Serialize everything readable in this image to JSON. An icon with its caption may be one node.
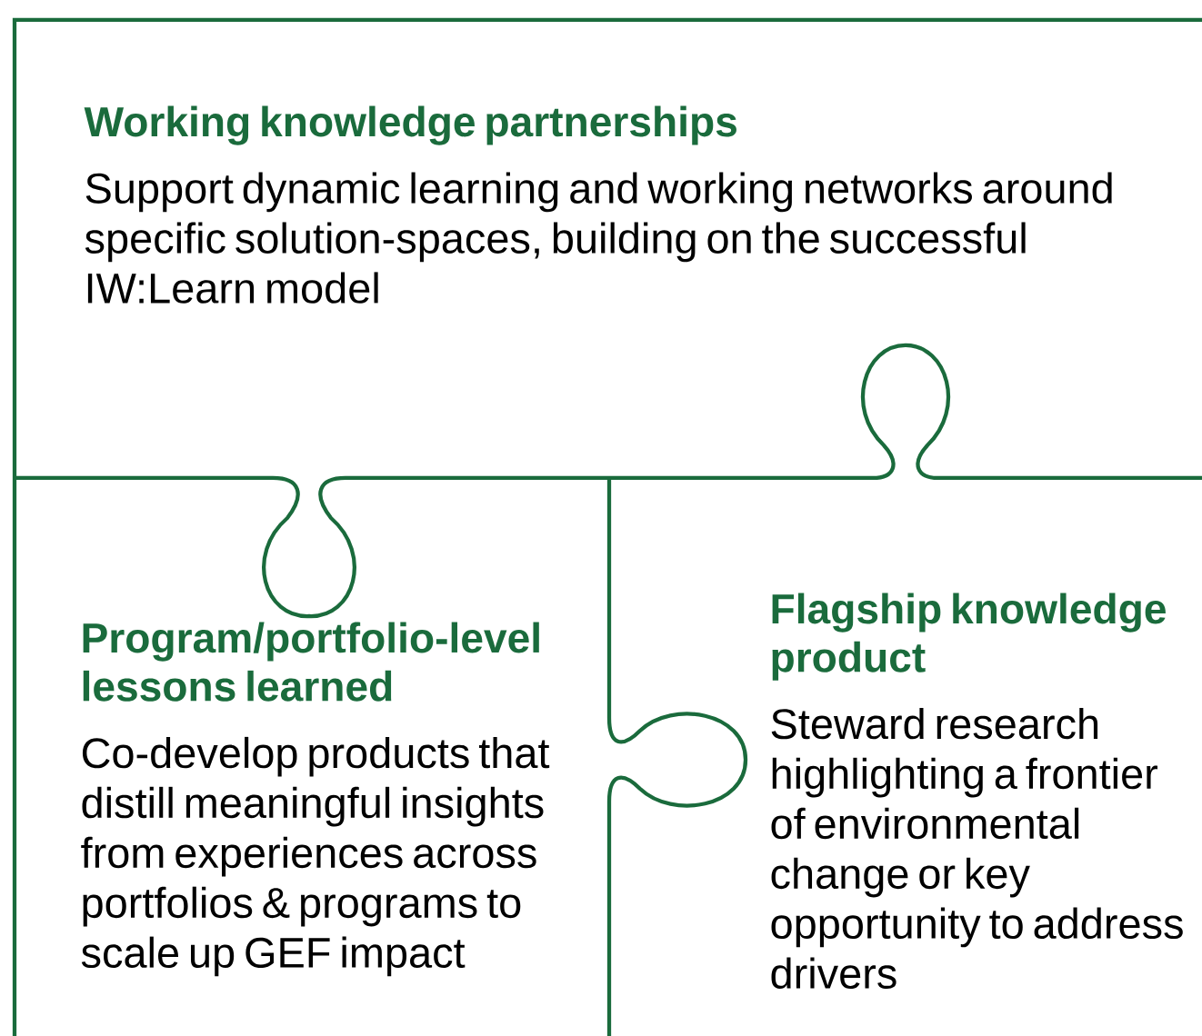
{
  "diagram": {
    "nodes": [
      {
        "text": [
          "Working knowledge partnerships",
          "Support dynamic learning and working networks around specific solution-spaces, building on the successful IW:Learn model"
        ]
      },
      {
        "text": [
          "Program/portfolio-level lessons learned",
          "Co-develop products that distill meaningful insights from experiences across portfolios & programs to scale up GEF impact"
        ]
      },
      {
        "text": [
          "Flagship knowledge product",
          "Steward research highlighting a frontier of environmental change or key opportunity to address drivers"
        ]
      }
    ]
  }
}
